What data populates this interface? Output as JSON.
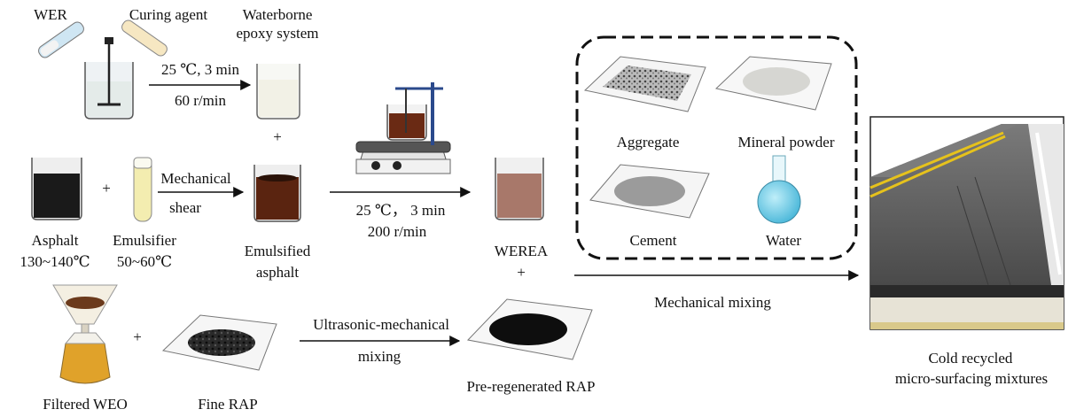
{
  "labels": {
    "wer": "WER",
    "curing_agent": "Curing agent",
    "waterborne_l1": "Waterborne",
    "waterborne_l2": "epoxy system",
    "cond1_l1": "25 ℃, 3 min",
    "cond1_l2": "60 r/min",
    "plus": "+",
    "asphalt_l1": "Asphalt",
    "asphalt_l2": "130~140℃",
    "emulsifier_l1": "Emulsifier",
    "emulsifier_l2": "50~60℃",
    "mech_shear_l1": "Mechanical",
    "mech_shear_l2": "shear",
    "emulsified_l1": "Emulsified",
    "emulsified_l2": "asphalt",
    "cond2_l1": "25 ℃， 3 min",
    "cond2_l2": "200 r/min",
    "werea": "WEREA",
    "aggregate": "Aggregate",
    "mineral_powder": "Mineral powder",
    "cement": "Cement",
    "water": "Water",
    "mech_mixing": "Mechanical mixing",
    "filtered_weo": "Filtered WEO",
    "fine_rap": "Fine RAP",
    "ultra_l1": "Ultrasonic-mechanical",
    "ultra_l2": "mixing",
    "pre_rap": "Pre-regenerated RAP",
    "cold_l1": "Cold recycled",
    "cold_l2": "micro-surfacing mixtures"
  },
  "colors": {
    "asphalt_black": "#1a1a1a",
    "emulsified_brown": "#5a2410",
    "werea_tan": "#a8786a",
    "emulsifier_yellow": "#f3edb0",
    "weo_amber": "#e0a22a",
    "water_blue": "#5cc6e4",
    "road_grey": "#5e5e5e",
    "lane_yellow": "#e6c21c"
  }
}
